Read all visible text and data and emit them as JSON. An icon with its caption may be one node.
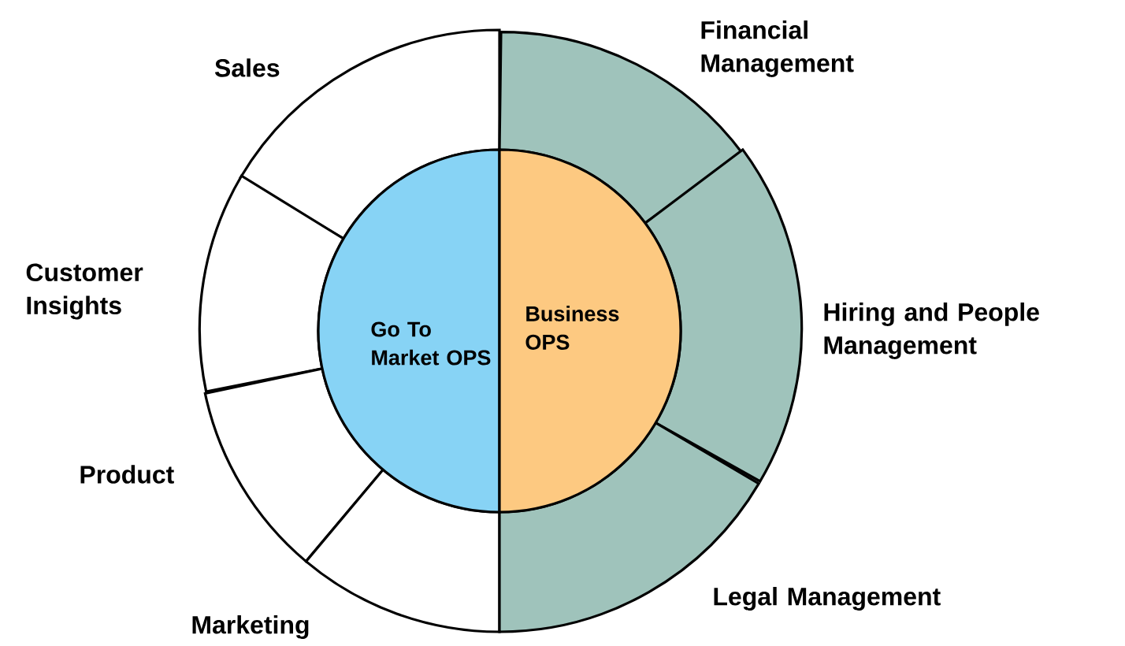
{
  "diagram": {
    "nodes": [
      {
        "text": [
          "Sales"
        ]
      },
      {
        "text": [
          "Financial Management"
        ]
      },
      {
        "text": [
          "Customer Insights"
        ]
      },
      {
        "text": [
          "Hiring and People Management"
        ]
      },
      {
        "text": [
          "Product"
        ]
      },
      {
        "text": [
          "Marketing"
        ]
      },
      {
        "text": [
          "Legal Management"
        ]
      },
      {
        "text": [
          "Go To Market OPS"
        ]
      },
      {
        "text": [
          "Business OPS"
        ]
      }
    ]
  }
}
